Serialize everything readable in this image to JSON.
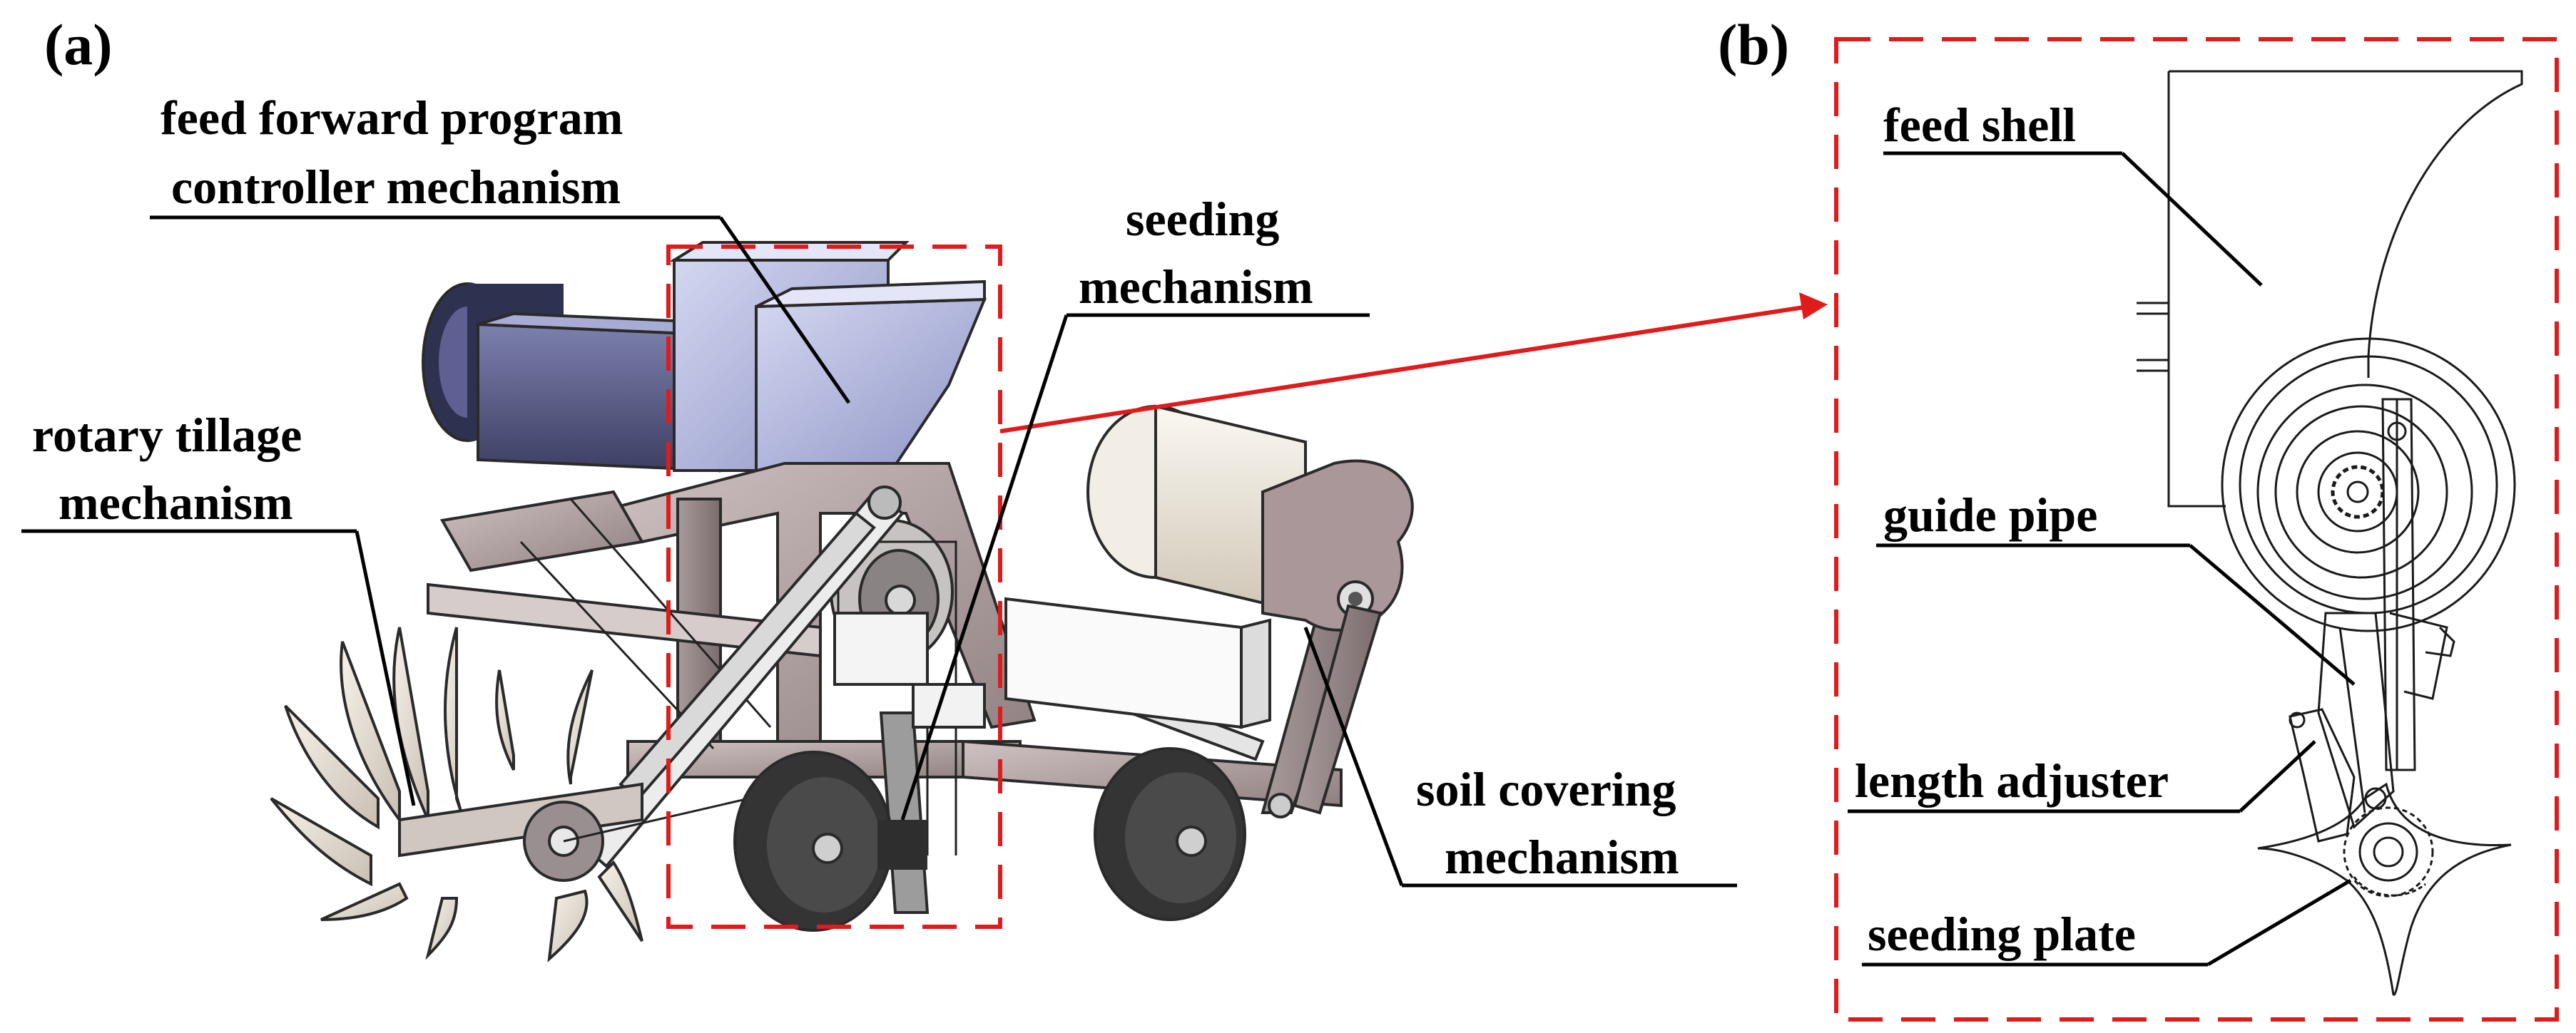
{
  "panels": {
    "a": "(a)",
    "b": "(b)"
  },
  "labels_a": {
    "feed_forward_line1": "feed forward program",
    "feed_forward_line2": "controller mechanism",
    "seeding_line1": "seeding",
    "seeding_line2": "mechanism",
    "rotary_line1": "rotary tillage",
    "rotary_line2": "mechanism",
    "soil_line1": "soil covering",
    "soil_line2": "mechanism"
  },
  "labels_b": {
    "feed_shell": "feed shell",
    "guide_pipe": "guide pipe",
    "length_adjuster": "length adjuster",
    "seeding_plate": "seeding plate"
  },
  "colors": {
    "highlight_box": "#e01b1b",
    "hopper": "#aab0da",
    "frame": "#b7a8a8",
    "wheel": "#3a3a3a",
    "roller": "#e9e3d8"
  }
}
